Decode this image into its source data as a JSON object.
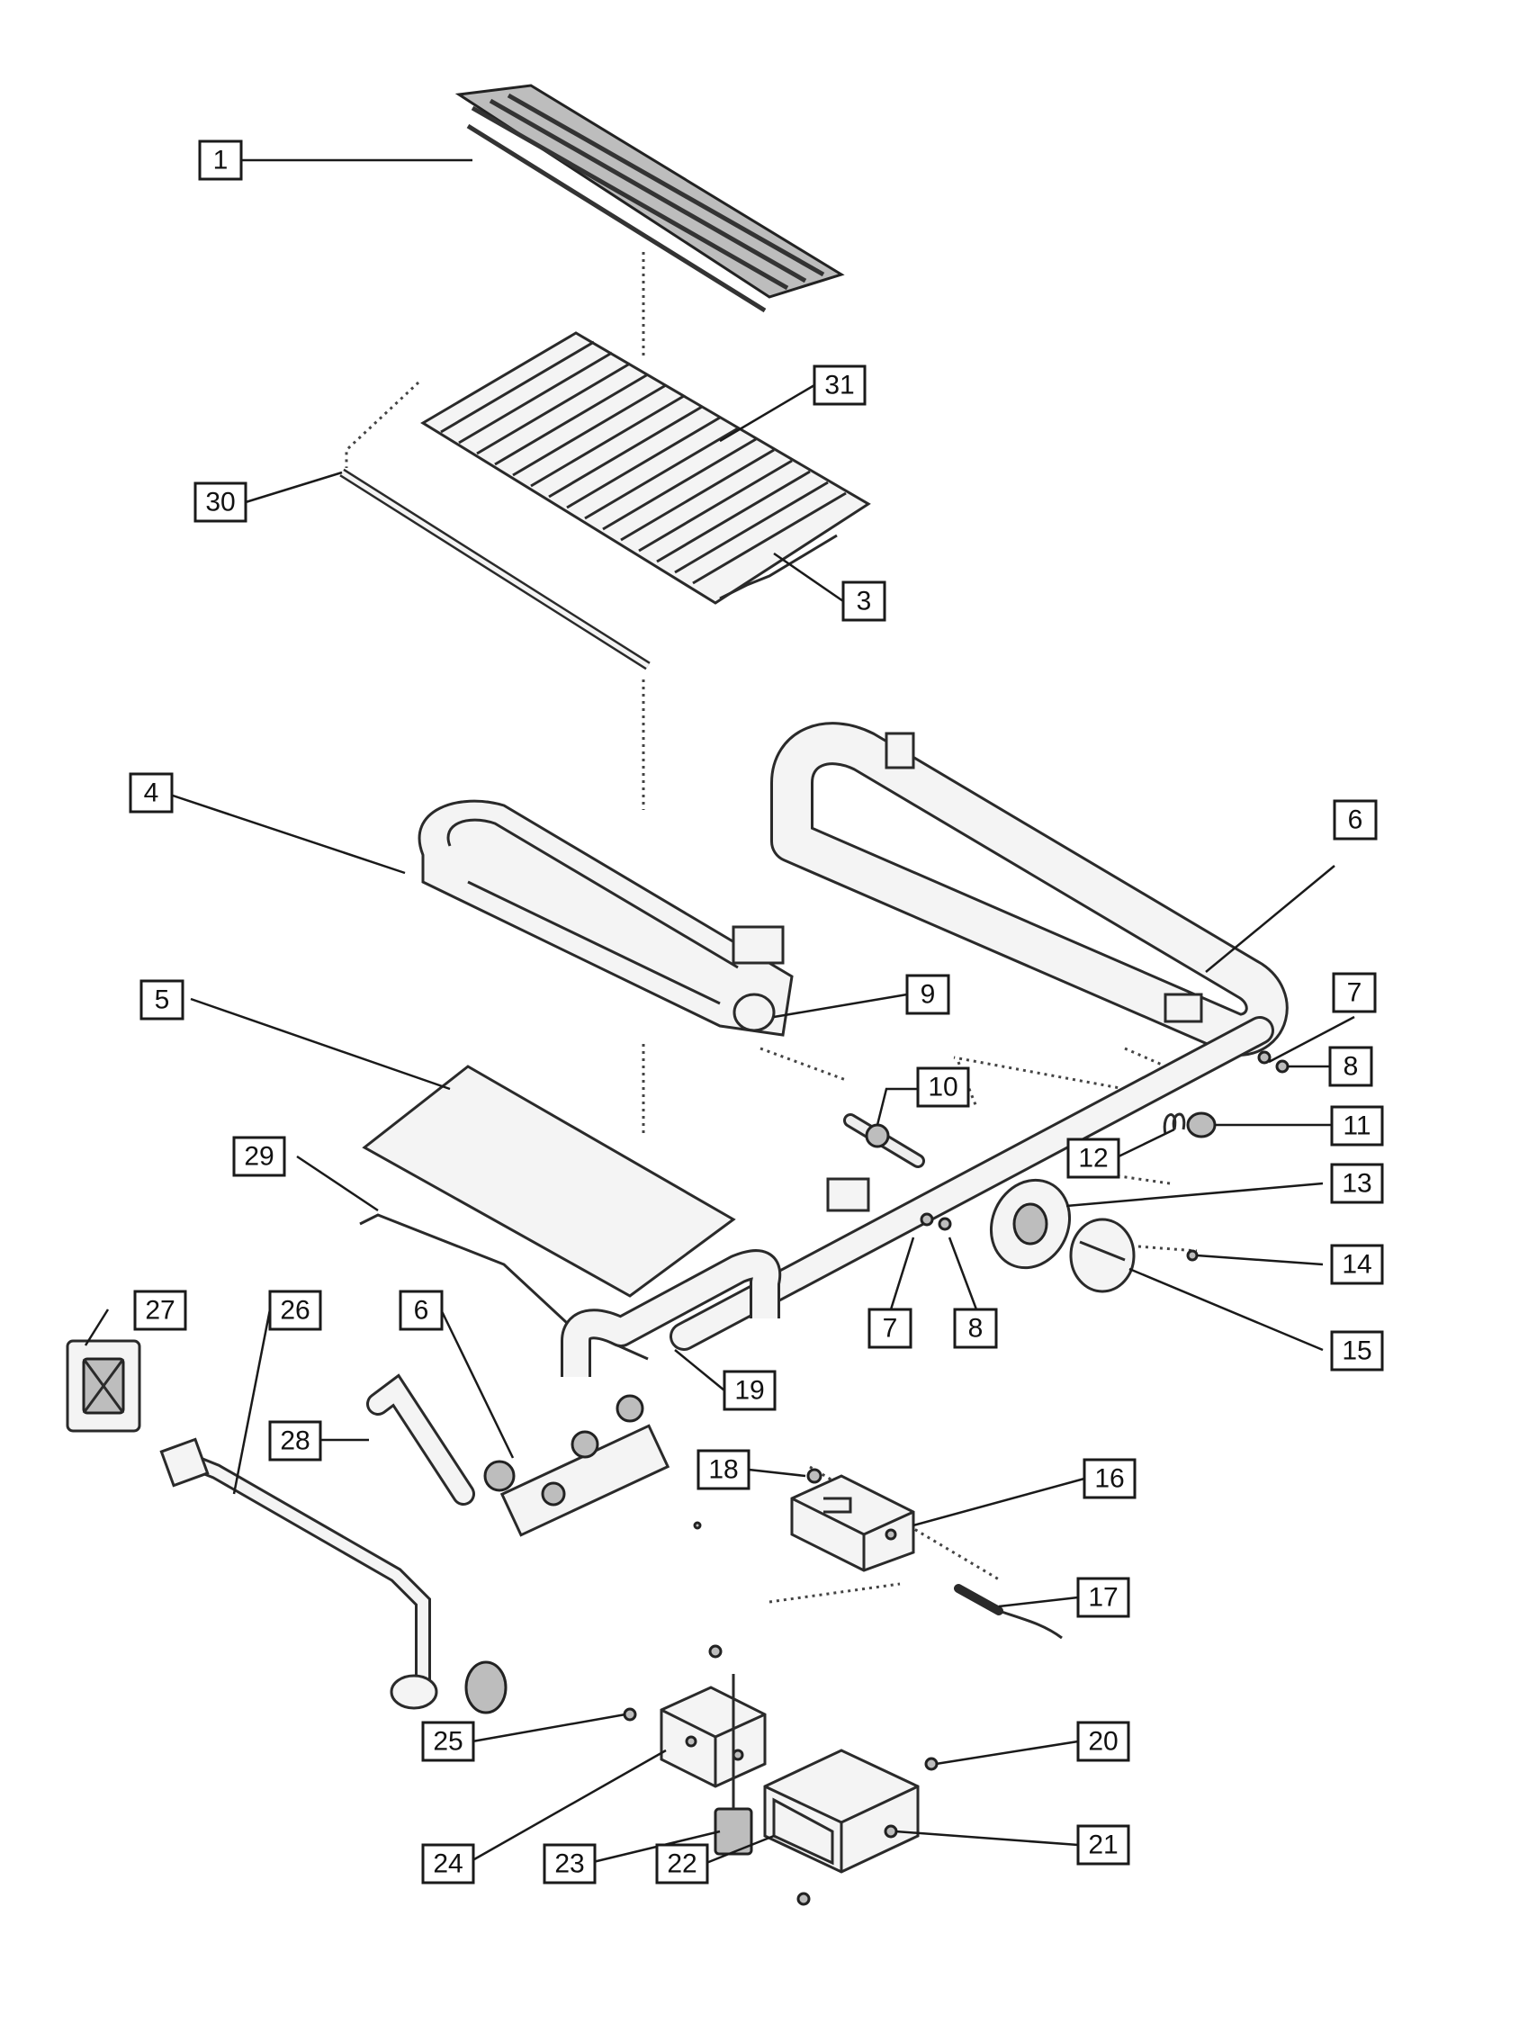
{
  "diagram": {
    "callouts": [
      {
        "id": "c1",
        "label": "1"
      },
      {
        "id": "c31",
        "label": "31"
      },
      {
        "id": "c30",
        "label": "30"
      },
      {
        "id": "c3",
        "label": "3"
      },
      {
        "id": "c4",
        "label": "4"
      },
      {
        "id": "c6a",
        "label": "6"
      },
      {
        "id": "c9",
        "label": "9"
      },
      {
        "id": "c5",
        "label": "5"
      },
      {
        "id": "c7a",
        "label": "7"
      },
      {
        "id": "c8a",
        "label": "8"
      },
      {
        "id": "c10",
        "label": "10"
      },
      {
        "id": "c11",
        "label": "11"
      },
      {
        "id": "c12",
        "label": "12"
      },
      {
        "id": "c13",
        "label": "13"
      },
      {
        "id": "c29",
        "label": "29"
      },
      {
        "id": "c14",
        "label": "14"
      },
      {
        "id": "c7b",
        "label": "7"
      },
      {
        "id": "c8b",
        "label": "8"
      },
      {
        "id": "c27",
        "label": "27"
      },
      {
        "id": "c26",
        "label": "26"
      },
      {
        "id": "c6b",
        "label": "6"
      },
      {
        "id": "c15",
        "label": "15"
      },
      {
        "id": "c19",
        "label": "19"
      },
      {
        "id": "c28",
        "label": "28"
      },
      {
        "id": "c18",
        "label": "18"
      },
      {
        "id": "c16",
        "label": "16"
      },
      {
        "id": "c17",
        "label": "17"
      },
      {
        "id": "c20",
        "label": "20"
      },
      {
        "id": "c25",
        "label": "25"
      },
      {
        "id": "c21",
        "label": "21"
      },
      {
        "id": "c24",
        "label": "24"
      },
      {
        "id": "c23",
        "label": "23"
      },
      {
        "id": "c22",
        "label": "22"
      }
    ]
  }
}
